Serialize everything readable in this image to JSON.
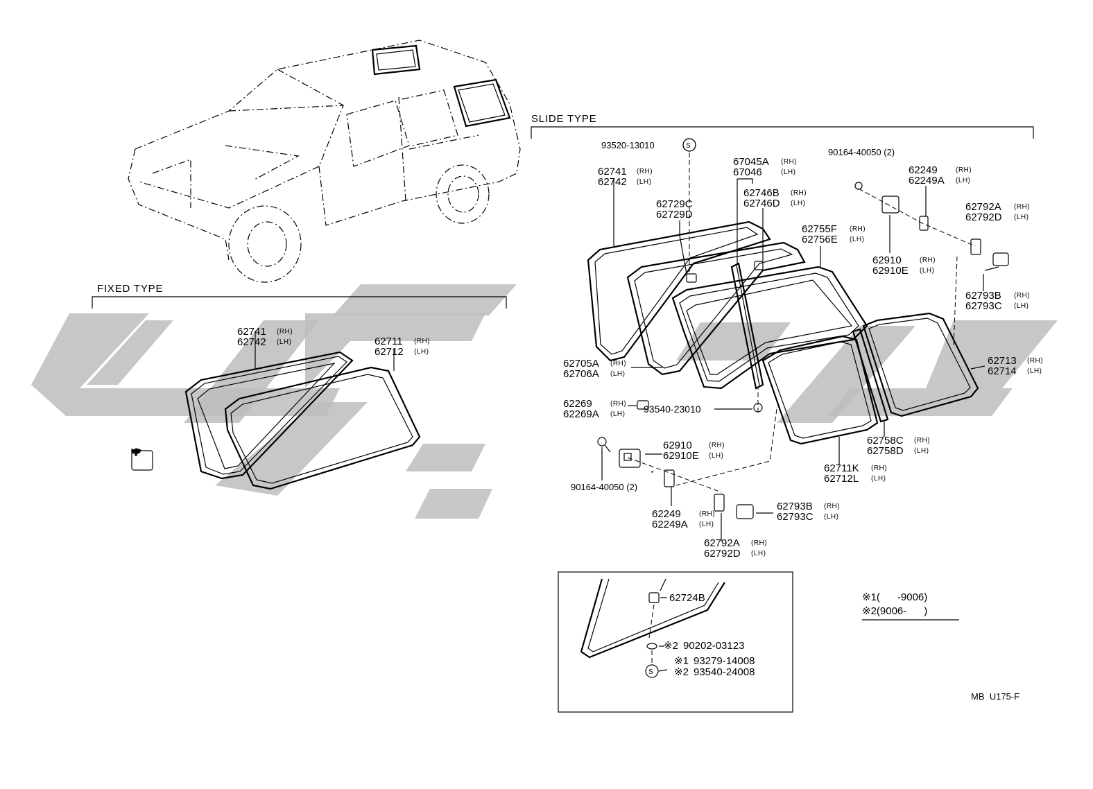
{
  "headers": {
    "slide_type": "SLIDE TYPE",
    "fixed_type": "FIXED TYPE"
  },
  "side": {
    "rh": "(RH)",
    "lh": "(LH)"
  },
  "fixed_parts": {
    "p62741": "62741",
    "p62742": "62742",
    "p62711": "62711",
    "p62712": "62712"
  },
  "slide_parts": {
    "p93520_13010": "93520-13010",
    "s_symbol": "S",
    "p62741": "62741",
    "p62742": "62742",
    "p62729C": "62729C",
    "p62729D": "62729D",
    "p67045A": "67045A",
    "p67046": "67046",
    "p62746B": "62746B",
    "p62746D": "62746D",
    "p62755F": "62755F",
    "p62756E": "62756E",
    "p90164_top": "90164-40050 (2)",
    "p62249_top": "62249",
    "p62249A_top": "62249A",
    "p62910_top": "62910",
    "p62910E_top": "62910E",
    "p62792A_top": "62792A",
    "p62792D_top": "62792D",
    "p62793B_top": "62793B",
    "p62793C_top": "62793C",
    "p62705A": "62705A",
    "p62706A": "62706A",
    "p62713": "62713",
    "p62714": "62714",
    "p62269": "62269",
    "p62269A": "62269A",
    "p93540_23010": "93540-23010",
    "p62758C": "62758C",
    "p62758D": "62758D",
    "p62711K": "62711K",
    "p62712L": "62712L",
    "p62910_bot": "62910",
    "p62910E_bot": "62910E",
    "p90164_bot": "90164-40050 (2)",
    "p62249_bot": "62249",
    "p62249A_bot": "62249A",
    "p62793B_bot": "62793B",
    "p62793C_bot": "62793C",
    "p62792A_bot": "62792A",
    "p62792D_bot": "62792D"
  },
  "detail_box": {
    "p62724B": "62724B",
    "m2a": "※2",
    "p90202": "90202-03123",
    "m1": "※1",
    "p93279": "93279-14008",
    "m2b": "※2",
    "p93540_24008": "93540-24008",
    "s_symbol": "S"
  },
  "legend": {
    "line1": "※1(      -9006)",
    "line2": "※2(9006-      )"
  },
  "footer_code": "MB  U175-F",
  "watermark_color": "#bdbdbd"
}
